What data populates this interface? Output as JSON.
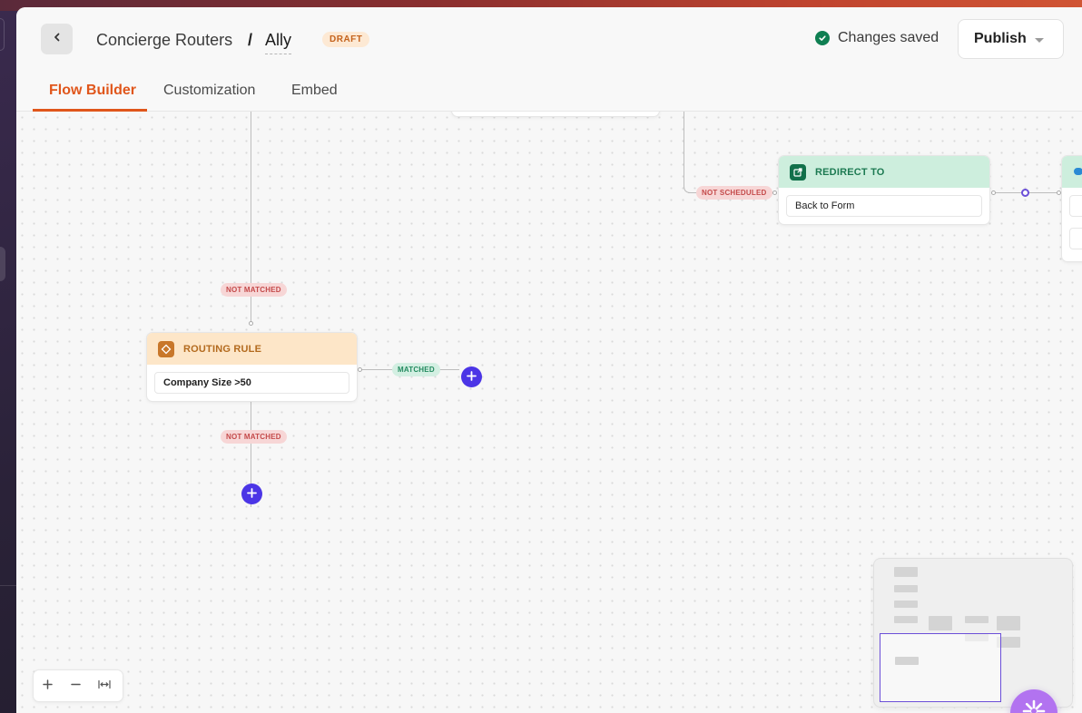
{
  "header": {
    "breadcrumb_parent": "Concierge Routers",
    "breadcrumb_separator": "/",
    "breadcrumb_current": "Ally",
    "status_badge": "DRAFT",
    "save_status": "Changes saved",
    "publish_label": "Publish"
  },
  "tabs": [
    {
      "label": "Flow Builder",
      "active": true
    },
    {
      "label": "Customization",
      "active": false
    },
    {
      "label": "Embed",
      "active": false
    }
  ],
  "canvas": {
    "edge_labels": {
      "not_matched_top": "NOT MATCHED",
      "matched": "MATCHED",
      "not_matched_bottom": "NOT MATCHED",
      "not_scheduled": "NOT SCHEDULED"
    },
    "routing_rule": {
      "title": "ROUTING RULE",
      "condition": "Company Size >50",
      "icon": "diamond-icon"
    },
    "redirect": {
      "title": "REDIRECT TO",
      "target": "Back to Form",
      "icon": "external-link-icon"
    }
  },
  "colors": {
    "accent": "#e0561b",
    "primary_button": "#4b35e6",
    "routing_header": "#fde6c8",
    "redirect_header": "#cdeedd",
    "success": "#0f7f52",
    "assistant": "#b273f0"
  }
}
